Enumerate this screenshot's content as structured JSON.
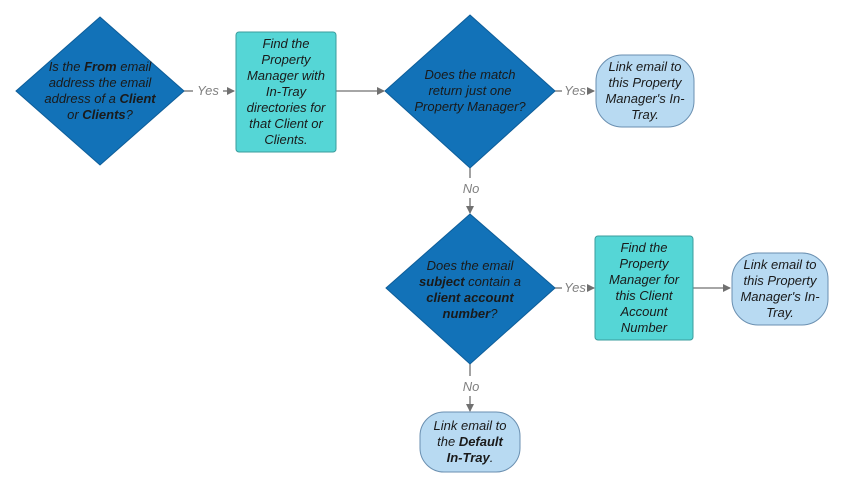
{
  "nodes": {
    "d1": {
      "parts": [
        [
          "Is the ",
          false
        ],
        [
          "From",
          true
        ],
        [
          " email address the email address of a ",
          false
        ],
        [
          "Client",
          true
        ],
        [
          " or ",
          false
        ],
        [
          "Clients",
          true
        ],
        [
          "?",
          false
        ]
      ]
    },
    "p1": {
      "parts": [
        [
          "Find the Property Manager with In-Tray directories for that Client or Clients.",
          false
        ]
      ]
    },
    "d2": {
      "parts": [
        [
          "Does the match return just one Property Manager?",
          false
        ]
      ]
    },
    "t1": {
      "parts": [
        [
          "Link email to this Property Manager's In-Tray.",
          false
        ]
      ]
    },
    "d3": {
      "parts": [
        [
          "Does the email ",
          false
        ],
        [
          "subject",
          true
        ],
        [
          " contain a ",
          false
        ],
        [
          "client account number",
          true
        ],
        [
          "?",
          false
        ]
      ]
    },
    "p2": {
      "parts": [
        [
          "Find the Property Manager for this Client Account Number",
          false
        ]
      ]
    },
    "t2": {
      "parts": [
        [
          "Link email to this Property Manager's In-Tray.",
          false
        ]
      ]
    },
    "t3": {
      "parts": [
        [
          "Link email to the ",
          false
        ],
        [
          "Default In-Tray",
          true
        ],
        [
          ".",
          false
        ]
      ]
    }
  },
  "edges": {
    "e1": "Yes",
    "e3": "Yes",
    "e4": "No",
    "e5": "Yes",
    "e7": "No"
  },
  "colors": {
    "decision_fill": "#1272b8",
    "decision_stroke": "#0d5d99",
    "process_fill": "#55d6d6",
    "process_stroke": "#3a9c9c",
    "terminal_fill": "#b8daf2",
    "terminal_stroke": "#6a8fb0",
    "edge": "#707070"
  }
}
